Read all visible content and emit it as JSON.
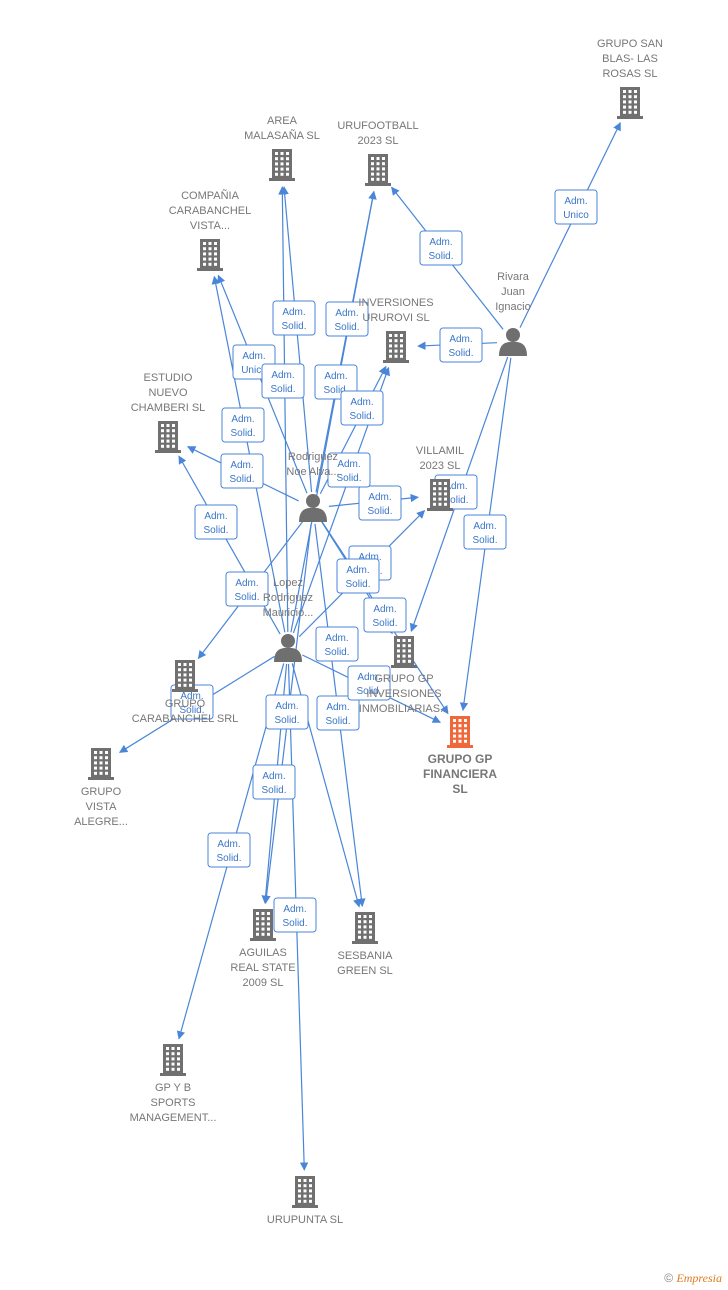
{
  "colors": {
    "edge": "#4a86d8",
    "building": "#707070",
    "focus": "#f0673a",
    "person": "#6f6f6f"
  },
  "nodes": [
    {
      "id": "grupo_san_blas",
      "type": "company",
      "lines": [
        "GRUPO SAN",
        "BLAS- LAS",
        "ROSAS  SL"
      ]
    },
    {
      "id": "area_malasana",
      "type": "company",
      "lines": [
        "AREA",
        "MALASAÑA  SL"
      ]
    },
    {
      "id": "urufootball",
      "type": "company",
      "lines": [
        "URUFOOTBALL",
        "2023  SL"
      ]
    },
    {
      "id": "compania_carabanchel",
      "type": "company",
      "lines": [
        "COMPAÑIA",
        "CARABANCHEL",
        "VISTA..."
      ]
    },
    {
      "id": "inversiones_urovi",
      "type": "company",
      "lines": [
        "INVERSIONES",
        "URUROVI  SL"
      ]
    },
    {
      "id": "rivara",
      "type": "person",
      "lines": [
        "Rivara",
        "Juan",
        "Ignacio"
      ]
    },
    {
      "id": "estudio_nuevo",
      "type": "company",
      "lines": [
        "ESTUDIO",
        "NUEVO",
        "CHAMBERI  SL"
      ]
    },
    {
      "id": "rodriguez",
      "type": "person",
      "lines": [
        "Rodriguez",
        "Noe Alva..."
      ]
    },
    {
      "id": "villamil",
      "type": "company",
      "lines": [
        "VILLAMIL",
        "2023  SL"
      ]
    },
    {
      "id": "lopez",
      "type": "person",
      "lines": [
        "Lopez",
        "Rodriguez",
        "Mauricio..."
      ]
    },
    {
      "id": "grupo_gp_inv",
      "type": "company",
      "lines": [
        "GRUPO GP",
        "INVERSIONES",
        "INMOBILIARIAS..."
      ]
    },
    {
      "id": "grupo_carabanchel",
      "type": "company",
      "lines": [
        "GRUPO",
        "CARABANCHEL SRL"
      ]
    },
    {
      "id": "grupo_gp_fin",
      "type": "focus",
      "lines": [
        "GRUPO GP",
        "FINANCIERA",
        "SL"
      ]
    },
    {
      "id": "grupo_vista",
      "type": "company",
      "lines": [
        "GRUPO",
        "VISTA",
        "ALEGRE..."
      ]
    },
    {
      "id": "aguilas",
      "type": "company",
      "lines": [
        "AGUILAS",
        "REAL STATE",
        "2009  SL"
      ]
    },
    {
      "id": "sesbania",
      "type": "company",
      "lines": [
        "SESBANIA",
        "GREEN  SL"
      ]
    },
    {
      "id": "gpyb",
      "type": "company",
      "lines": [
        "GP Y B",
        "SPORTS",
        "MANAGEMENT..."
      ]
    },
    {
      "id": "urupunta",
      "type": "company",
      "lines": [
        "URUPUNTA  SL"
      ]
    }
  ],
  "edges": [
    {
      "from": "rivara",
      "to": "grupo_san_blas",
      "label": [
        "Adm.",
        "Unico"
      ]
    },
    {
      "from": "rivara",
      "to": "urufootball",
      "label": [
        "Adm.",
        "Solid."
      ]
    },
    {
      "from": "rivara",
      "to": "inversiones_urovi",
      "label": [
        "Adm.",
        "Solid."
      ]
    },
    {
      "from": "rivara",
      "to": "grupo_gp_inv",
      "label": [
        "Adm.",
        "Solid."
      ]
    },
    {
      "from": "rivara",
      "to": "grupo_gp_fin",
      "label": [
        "Adm.",
        "Solid."
      ]
    },
    {
      "from": "rodriguez",
      "to": "area_malasana",
      "label": [
        "Adm.",
        "Solid."
      ]
    },
    {
      "from": "rodriguez",
      "to": "urufootball",
      "label": [
        "Adm.",
        "Solid."
      ]
    },
    {
      "from": "rodriguez",
      "to": "compania_carabanchel",
      "label": [
        "Adm.",
        "Unico"
      ]
    },
    {
      "from": "rodriguez",
      "to": "inversiones_urovi",
      "label": [
        "Adm.",
        "Solid."
      ]
    },
    {
      "from": "rodriguez",
      "to": "estudio_nuevo",
      "label": [
        "Adm.",
        "Solid."
      ]
    },
    {
      "from": "rodriguez",
      "to": "villamil",
      "label": [
        "Adm.",
        "Solid."
      ]
    },
    {
      "from": "rodriguez",
      "to": "grupo_gp_fin",
      "label": [
        "Adm.",
        "Solid."
      ]
    },
    {
      "from": "rodriguez",
      "to": "grupo_carabanchel",
      "label": [
        "Adm.",
        "Solid."
      ]
    },
    {
      "from": "rodriguez",
      "to": "sesbania",
      "label": [
        "Adm.",
        "Solid."
      ]
    },
    {
      "from": "lopez",
      "to": "area_malasana",
      "label": [
        "Adm.",
        "Solid."
      ]
    },
    {
      "from": "lopez",
      "to": "compania_carabanchel",
      "label": [
        "Adm.",
        "Solid."
      ]
    },
    {
      "from": "lopez",
      "to": "urufootball",
      "label": [
        "Adm.",
        "Solid."
      ]
    },
    {
      "from": "lopez",
      "to": "inversiones_urovi",
      "label": [
        "Adm.",
        "Solid."
      ]
    },
    {
      "from": "lopez",
      "to": "estudio_nuevo",
      "label": [
        "Adm.",
        "Solid."
      ]
    },
    {
      "from": "lopez",
      "to": "villamil",
      "label": [
        "Adm.",
        "Solid."
      ]
    },
    {
      "from": "lopez",
      "to": "grupo_gp_fin",
      "label": [
        "Adm.",
        "Solid."
      ]
    },
    {
      "from": "lopez",
      "to": "grupo_vista",
      "label": [
        "Adm.",
        "Solid."
      ]
    },
    {
      "from": "lopez",
      "to": "aguilas",
      "label": [
        "Adm.",
        "Solid."
      ]
    },
    {
      "from": "lopez",
      "to": "sesbania",
      "label": [
        "Adm.",
        "Solid."
      ]
    },
    {
      "from": "lopez",
      "to": "gpyb",
      "label": [
        "Adm.",
        "Solid."
      ]
    },
    {
      "from": "lopez",
      "to": "urupunta",
      "label": [
        "Adm.",
        "Solid."
      ]
    },
    {
      "from": "rodriguez",
      "to": "aguilas",
      "label": [
        "Adm.",
        "Solid."
      ]
    },
    {
      "from": "rodriguez",
      "to": "grupo_gp_inv",
      "label": [
        "Adm.",
        "Solid."
      ]
    }
  ],
  "footer": {
    "copyright": "©",
    "brand": "Empresia"
  }
}
